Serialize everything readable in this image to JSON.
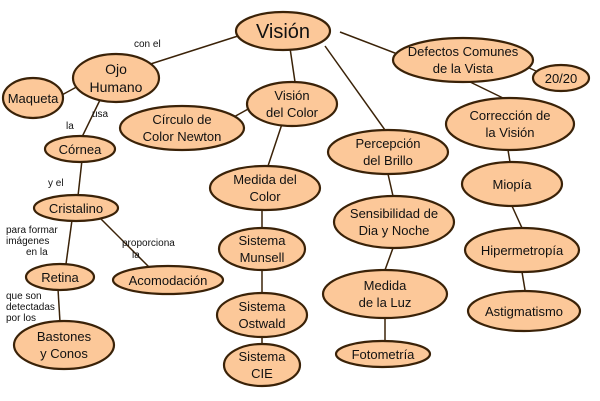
{
  "diagram": {
    "nodes": {
      "vision": "Visión",
      "ojo_humano": [
        "Ojo",
        "Humano"
      ],
      "maqueta": "Maqueta",
      "cornea": "Córnea",
      "cristalino": "Cristalino",
      "retina": "Retina",
      "bastones": [
        "Bastones",
        "y Conos"
      ],
      "acomodacion": "Acomodación",
      "circulo_newton": [
        "Círculo de",
        "Color Newton"
      ],
      "vision_color": [
        "Visión",
        "del Color"
      ],
      "medida_color": [
        "Medida del",
        "Color"
      ],
      "munsell": [
        "Sistema",
        "Munsell"
      ],
      "ostwald": [
        "Sistema",
        "Ostwald"
      ],
      "cie": [
        "Sistema",
        "CIE"
      ],
      "percepcion_brillo": [
        "Percepción",
        "del Brillo"
      ],
      "sensibilidad": [
        "Sensibilidad de",
        "Dia y Noche"
      ],
      "medida_luz": [
        "Medida",
        "de la Luz"
      ],
      "fotometria": "Fotometría",
      "defectos": [
        "Defectos Comunes",
        "de la Vista"
      ],
      "veinte": "20/20",
      "correccion": [
        "Corrección de",
        "la Visión"
      ],
      "miopia": "Miopía",
      "hipermetropia": "Hipermetropía",
      "astigmatismo": "Astigmatismo"
    },
    "edge_labels": {
      "con_el": "con el",
      "usa_la": [
        "usa",
        "la"
      ],
      "y_el": "y el",
      "para_formar": [
        "para formar",
        "imágenes",
        "en la"
      ],
      "proporciona": [
        "proporciona",
        "la"
      ],
      "que_son": [
        "que son",
        "detectadas",
        "por los"
      ]
    }
  }
}
